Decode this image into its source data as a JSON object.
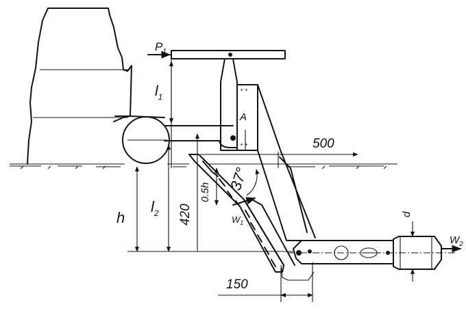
{
  "labels": {
    "p1": "P",
    "p1_sub": "1",
    "l1": "l",
    "l1_sub": "1",
    "a": "A",
    "dim_500": "500",
    "dim_05h": "0.5h",
    "angle": "37°",
    "w1": "W",
    "w1_sub": "1",
    "h": "h",
    "l2": "l",
    "l2_sub": "2",
    "dim_420": "420",
    "d": "d",
    "w2": "W",
    "w2_sub": "2",
    "dim_150": "150"
  },
  "icons": {
    "force_arrow": "arrow-right-icon",
    "dimension_arrow": "arrowhead-icon"
  },
  "colors": {
    "line": "#111111",
    "background": "#ffffff"
  }
}
